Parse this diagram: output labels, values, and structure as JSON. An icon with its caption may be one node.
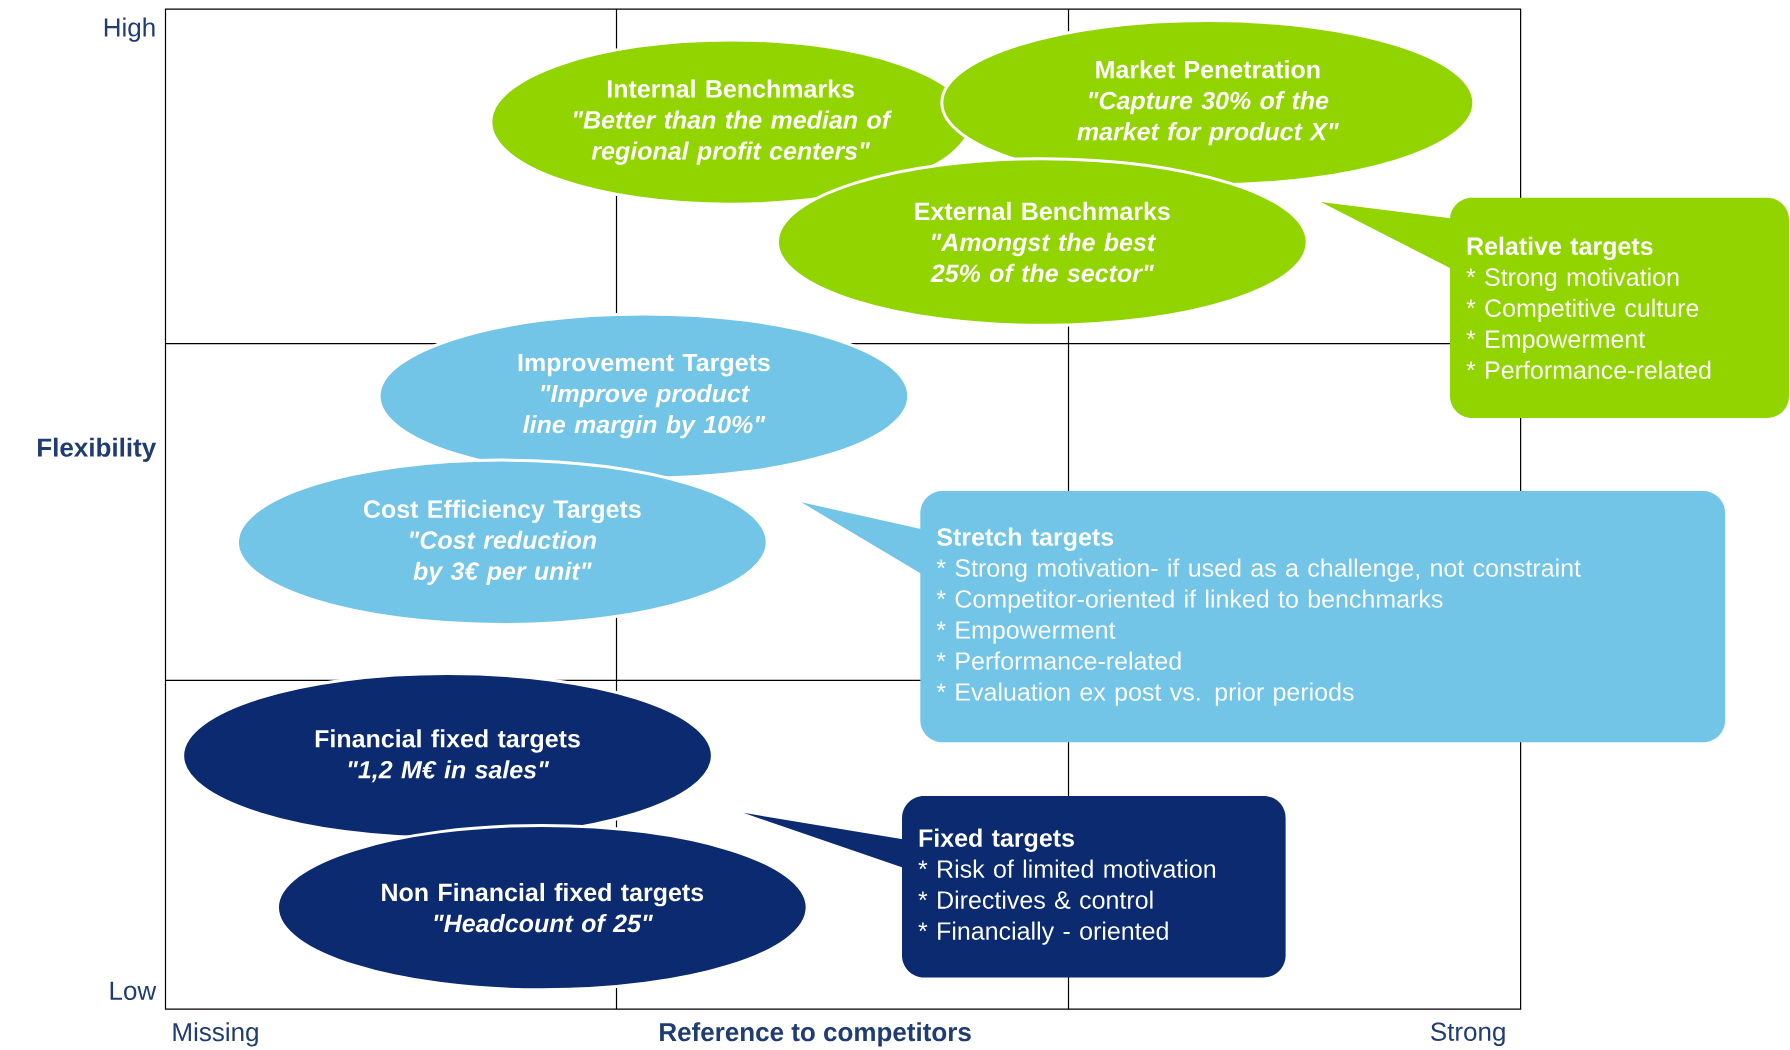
{
  "diagram": {
    "nodes": [
      {
        "text": [
          "Internal Benchmarks",
          "\"Better than the median of regional profit centers\""
        ]
      },
      {
        "text": [
          "Market Penetration",
          "\"Capture 30% of the market for product X\""
        ]
      },
      {
        "text": [
          "External Benchmarks",
          "\"Amongst the best 25% of the sector\""
        ]
      },
      {
        "text": [
          "Relative targets",
          "* Strong motivation",
          "* Competitive culture",
          "* Empowerment",
          "* Performance-related"
        ]
      },
      {
        "text": [
          "Improvement Targets",
          "\"Improve product line margin by 10%\""
        ]
      },
      {
        "text": [
          "Cost Efficiency Targets",
          "\"Cost reduction by 3€ per unit\""
        ]
      },
      {
        "text": [
          "Stretch targets",
          "* Strong motivation- if used as a challenge, not constraint",
          "* Competitor-oriented if linked to benchmarks",
          "* Empowerment",
          "* Performance-related",
          "* Evaluation ex post vs. prior periods"
        ]
      },
      {
        "text": [
          "Financial fixed targets",
          "\"1,2 M€ in sales\""
        ]
      },
      {
        "text": [
          "Non Financial fixed targets",
          "\"Headcount  of 25\""
        ]
      },
      {
        "text": [
          "Fixed targets",
          "* Risk of limited motivation",
          "* Directives & control",
          "* Financially - oriented"
        ]
      }
    ],
    "labels": [
      "High",
      "Flexibility",
      "Low",
      "Missing",
      "Reference to competitors",
      "Strong"
    ]
  }
}
